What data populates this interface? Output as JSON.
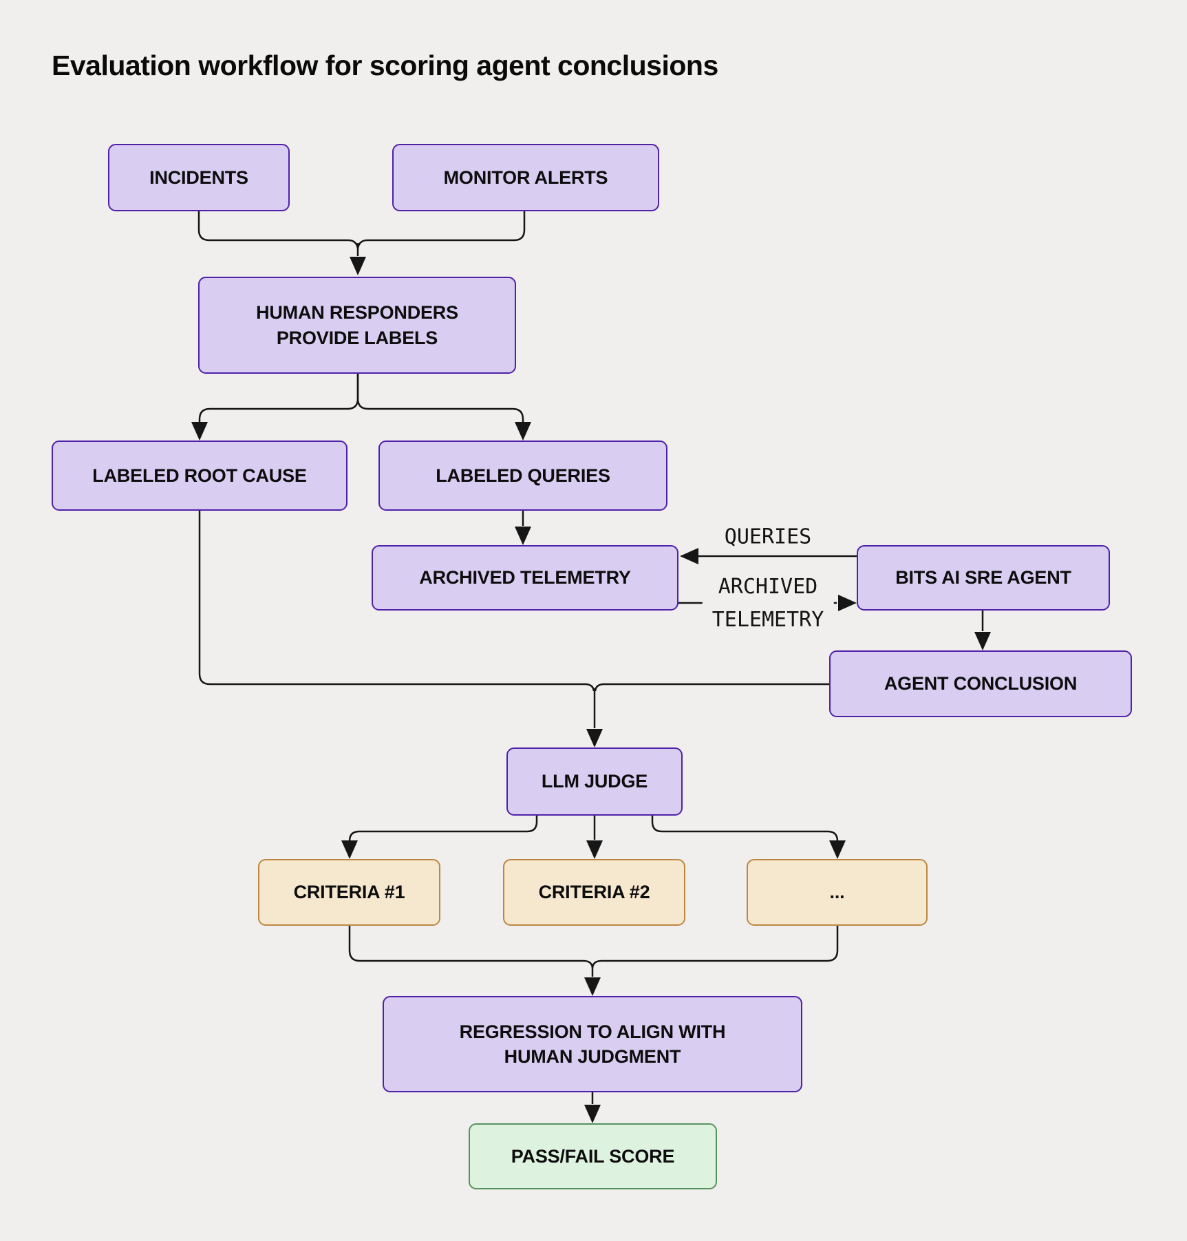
{
  "title": "Evaluation workflow for scoring agent conclusions",
  "nodes": {
    "incidents": "INCIDENTS",
    "monitor_alerts": "MONITOR ALERTS",
    "human_responders": "HUMAN RESPONDERS\nPROVIDE LABELS",
    "labeled_root_cause": "LABELED ROOT CAUSE",
    "labeled_queries": "LABELED QUERIES",
    "archived_telemetry": "ARCHIVED TELEMETRY",
    "bits_agent": "BITS AI SRE AGENT",
    "agent_conclusion": "AGENT CONCLUSION",
    "llm_judge": "LLM JUDGE",
    "criteria_1": "CRITERIA #1",
    "criteria_2": "CRITERIA #2",
    "criteria_more": "...",
    "regression": "REGRESSION TO ALIGN WITH\nHUMAN JUDGMENT",
    "pass_fail": "PASS/FAIL SCORE"
  },
  "edge_labels": {
    "queries": "QUERIES",
    "archived_telemetry": "ARCHIVED\nTELEMETRY"
  },
  "colors": {
    "bg": "#f0efed",
    "line": "#161616",
    "node_text": "#0d0d0d",
    "purple_fill": "#d9cdf2",
    "purple_border": "#4f21a8",
    "orange_fill": "#f6e8ce",
    "orange_border": "#bd8742",
    "green_fill": "#def2e0",
    "green_border": "#56935d"
  }
}
